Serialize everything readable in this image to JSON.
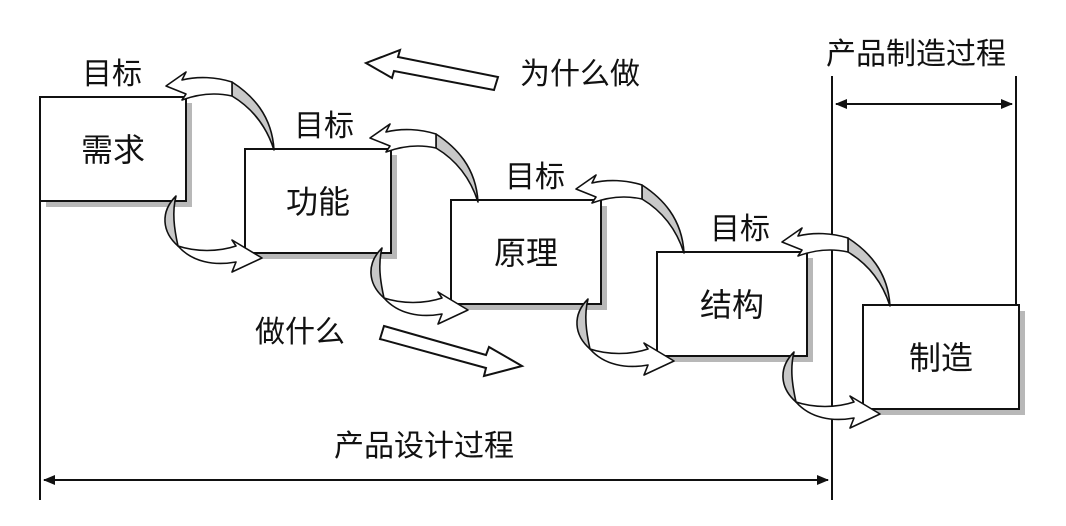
{
  "boxes": [
    {
      "id": "demand",
      "label": "需求"
    },
    {
      "id": "function",
      "label": "功能"
    },
    {
      "id": "principle",
      "label": "原理"
    },
    {
      "id": "structure",
      "label": "结构"
    },
    {
      "id": "manufacture",
      "label": "制造"
    }
  ],
  "goal_labels": [
    "目标",
    "目标",
    "目标",
    "目标"
  ],
  "why_label": "为什么做",
  "what_label": "做什么",
  "design_process_label": "产品设计过程",
  "manufacturing_process_label": "产品制造过程",
  "colors": {
    "line": "#111111",
    "shadow": "#b8b8b8",
    "loop_fill": "#c8c8c8",
    "background": "#ffffff"
  }
}
